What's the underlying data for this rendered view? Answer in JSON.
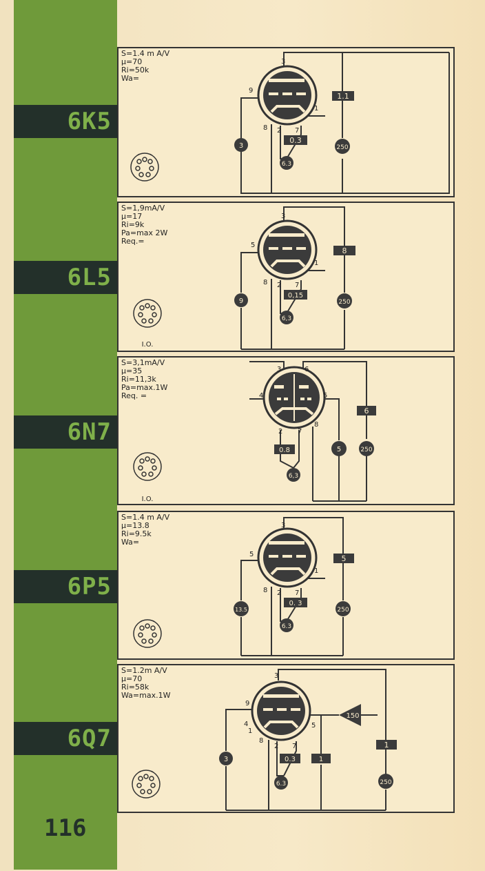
{
  "page_number": "116",
  "colors": {
    "green": "#6f9a3a",
    "dark_tab": "#23302a",
    "paper": "#f5e6c4",
    "ink": "#333333"
  },
  "tubes": [
    {
      "name": "6K5",
      "specs": [
        "S=1.4 m A/V",
        "μ=70",
        "Ri=50k",
        "Wa="
      ],
      "socket_label": "",
      "labels": {
        "plate_pin": "3",
        "grid_pin": "9",
        "k_pin": "1",
        "h1_pin": "8",
        "h2_pin": "2",
        "h3_pin": "7",
        "plate_v": "1.1",
        "heater_i": "0.3",
        "heater_v": "6.3",
        "bias_v": "3",
        "supply_v": "250"
      }
    },
    {
      "name": "6L5",
      "specs": [
        "S=1,9mA/V",
        "μ=17",
        "Ri=9k",
        " Pa=max 2W",
        "Req.="
      ],
      "socket_label": "I.O.",
      "labels": {
        "plate_pin": "3",
        "grid_pin": "5",
        "k_pin": "1",
        "h1_pin": "8",
        "h2_pin": "2",
        "h3_pin": "7",
        "plate_v": "8",
        "heater_i": "0,15",
        "heater_v": "6,3",
        "bias_v": "9",
        "supply_v": "250"
      }
    },
    {
      "name": "6N7",
      "specs": [
        "S=3,1mA/V",
        "μ=35",
        "Ri=11,3k",
        " Pa=max.1W",
        "Req. ="
      ],
      "socket_label": "I.O.",
      "labels": {
        "p1_pin": "3",
        "p2_pin": "6",
        "g1_pin": "4",
        "g2_pin": "5",
        "h1_pin": "2",
        "h2_pin": "7",
        "k_pin": "8",
        "plate_v": "6",
        "heater_i": "0.8",
        "heater_v": "6,3",
        "bias_v": "5",
        "supply_v": "250"
      }
    },
    {
      "name": "6P5",
      "specs": [
        "S=1.4 m A/V",
        "μ=13.8",
        "Ri=9.5k",
        "Wa="
      ],
      "socket_label": "",
      "labels": {
        "plate_pin": "3",
        "grid_pin": "5",
        "k_pin": "1",
        "h1_pin": "8",
        "h2_pin": "2",
        "h3_pin": "7",
        "plate_v": "5",
        "heater_i": "0. 3",
        "heater_v": "6.3",
        "bias_v": "13.5",
        "supply_v": "250"
      }
    },
    {
      "name": "6Q7",
      "specs": [
        "S=1.2m A/V",
        "μ=70",
        "Ri=58k",
        "Wa=max.1W"
      ],
      "socket_label": "",
      "labels": {
        "plate_pin": "3",
        "grid_pin": "9",
        "d_pin": "5",
        "k_pin": "4",
        "k2_pin": "1",
        "h1_pin": "8",
        "h2_pin": "2",
        "h3_pin": "7",
        "plate_v": "1",
        "heater_i": "0.3",
        "diode_v": "1",
        "heater_v": "6.3",
        "bias_v": "3",
        "supply_v": "250",
        "ac_v": "150"
      }
    }
  ]
}
